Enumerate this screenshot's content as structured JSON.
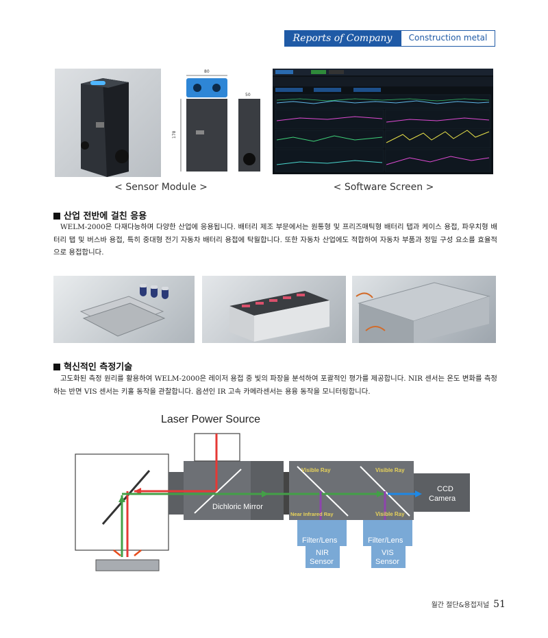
{
  "header": {
    "left": "Reports of Company",
    "right": "Construction metal"
  },
  "captions": {
    "sensor": "< Sensor Module >",
    "software": "< Software Screen >"
  },
  "drawing_dims": {
    "width": "80",
    "height": "178",
    "depth": "50"
  },
  "section1": {
    "title": "산업 전반에 걸친 응용",
    "body": "WELM-2000은 다재다능하며 다양한 산업에 응용됩니다. 배터리 제조 부문에서는 원통형 및 프리즈매틱형 배터리 탭과 케이스 용접, 파우치형 배터리 탭 및 버스바 용접, 특히 중대형 전기 자동차 배터리 용접에 탁월합니다. 또한 자동차 산업에도 적합하여 자동차 부품과 정밀 구성 요소를 효율적으로 용접합니다."
  },
  "section2": {
    "title": "혁신적인 측정기술",
    "body": "고도화된 측정 원리를 활용하여 WELM-2000은 레이저 용접 중 빛의 파장을 분석하여 포괄적인 평가를 제공합니다. NIR 센서는 온도 변화를 측정하는 반면 VIS 센서는 키홀 동작을 관찰합니다. 옵션인 IR 고속 카메라센서는 용융 동작을 모니터링합니다."
  },
  "diagram": {
    "title": "Laser Power Source",
    "mirror": "Dichloric Mirror",
    "visible_ray_1": "Visible Ray",
    "visible_ray_2": "Visible Ray",
    "visible_ray_3": "Visible Ray",
    "near_ir": "Near Infrared Ray",
    "camera_1": "CCD",
    "camera_2": "Camera",
    "filter_1": "Filter/Lens",
    "filter_2": "Filter/Lens",
    "nir_1": "NIR",
    "nir_2": "Sensor",
    "vis_1": "VIS",
    "vis_2": "Sensor",
    "colors": {
      "laser": "#e53935",
      "return": "#43a047",
      "nir": "#8e44ad",
      "camera": "#1e88e5",
      "sensor_box": "#7aa9d6"
    }
  },
  "footer": {
    "journal": "월간 절단&용접저널",
    "page": "51"
  }
}
